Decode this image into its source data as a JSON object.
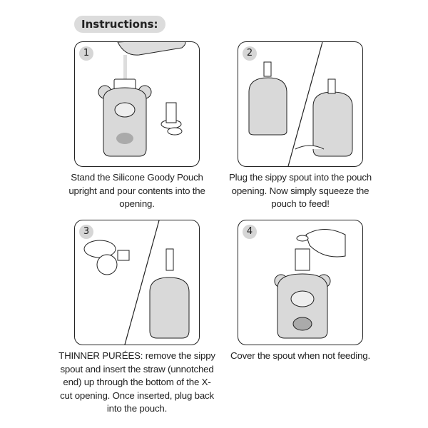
{
  "title": "Instructions:",
  "steps": [
    {
      "number": "1",
      "caption": "Stand the Silicone Goody Pouch upright and pour contents into the opening."
    },
    {
      "number": "2",
      "caption": "Plug the sippy spout into the pouch opening. Now simply squeeze the pouch to feed!"
    },
    {
      "number": "3",
      "caption": "THINNER PURÉES: remove the sippy spout and insert the straw (unnotched end) up through the bottom of the X-cut opening. Once inserted, plug back into the pouch."
    },
    {
      "number": "4",
      "caption": "Cover the spout when not feeding."
    }
  ],
  "colors": {
    "pouch": "#d9d9d9",
    "badge": "#d6d6d6",
    "outline": "#222222"
  }
}
